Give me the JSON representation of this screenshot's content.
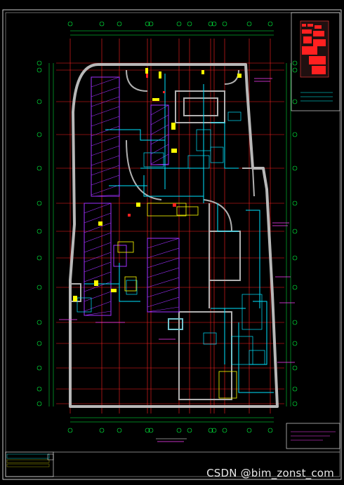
{
  "watermark": "CSDN @bim_zonst_com",
  "colors": {
    "background": "#000000",
    "border": "#ffffff",
    "grid_red": "#ff2020",
    "grid_green": "#00ff40",
    "wall_gray": "#b0b0b0",
    "parking_magenta": "#a030ff",
    "duct_cyan": "#00e5ff",
    "equip_yellow": "#ffff00",
    "label_magenta": "#ff40ff",
    "keyplan_red": "#ff2020"
  },
  "icons": [
    "keyplan-thumbnail",
    "drawing-title-block",
    "north-symbol"
  ]
}
